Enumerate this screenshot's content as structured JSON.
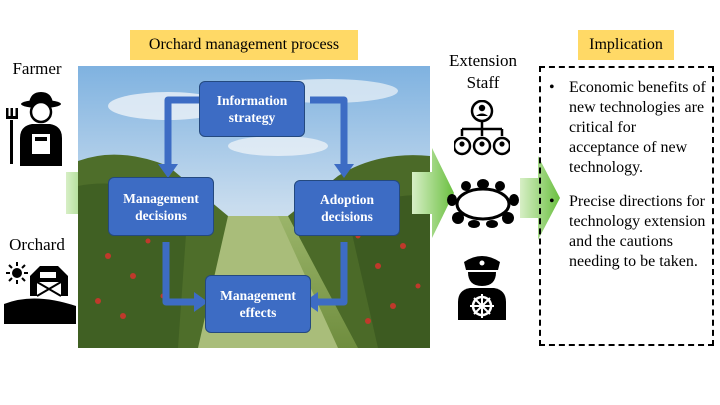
{
  "title": "Orchard management process",
  "implication_title": "Implication",
  "actors": {
    "farmer": "Farmer",
    "orchard": "Orchard",
    "extension_line1": "Extension",
    "extension_line2": "Staff"
  },
  "nodes": {
    "information_strategy": "Information strategy",
    "management_decisions": "Management decisions",
    "adoption_decisions": "Adoption decisions",
    "management_effects": "Management effects"
  },
  "implications": [
    "Economic benefits of new technologies are critical for acceptance of new technology.",
    "Precise directions for technology extension and the cautions needing to be taken."
  ],
  "colors": {
    "title_fill": "#ffd966",
    "node_fill": "#3d6cc4",
    "arrow_blue": "#3d6cc4",
    "arrow_green": "#6abf3f"
  },
  "icons": [
    "farmer-icon",
    "orchard-barn-icon",
    "sun-icon",
    "org-chart-icon",
    "meeting-table-icon",
    "captain-icon"
  ]
}
